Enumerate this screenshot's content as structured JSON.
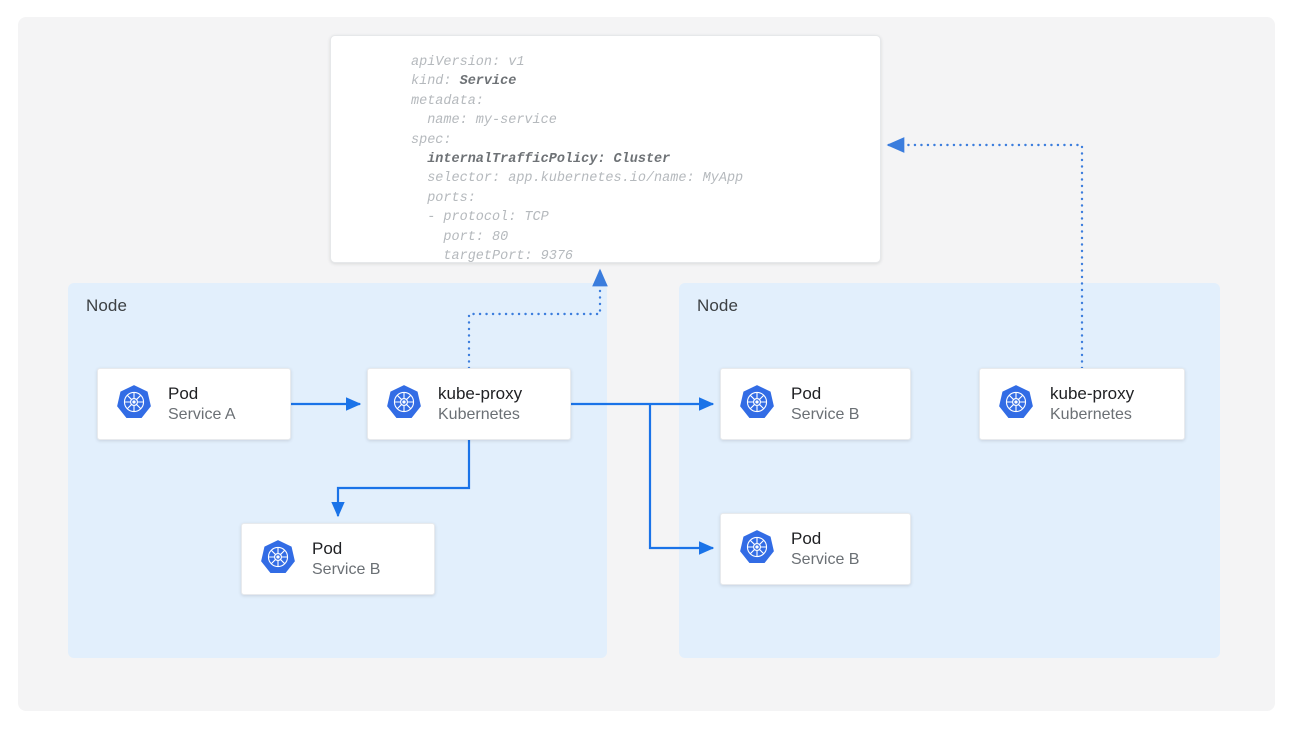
{
  "diagram": {
    "title": "Kubernetes internalTrafficPolicy Cluster routing diagram",
    "colors": {
      "canvas": "#f4f4f5",
      "node_fill": "#e2effc",
      "card_fill": "#ffffff",
      "accent_blue": "#1a73e8",
      "k8s_blue": "#326ce5",
      "text_primary": "#202124",
      "text_secondary": "#6b7075",
      "code_text": "#b5b9bd",
      "code_bold": "#6e7276"
    }
  },
  "yaml": {
    "name": "service-manifest",
    "lines": [
      {
        "text": "apiVersion: v1",
        "bold": false
      },
      {
        "text": "kind: ",
        "bold_tail": "Service"
      },
      {
        "text": "metadata:",
        "bold": false
      },
      {
        "text": "  name: my-service",
        "bold": false
      },
      {
        "text": "spec:",
        "bold": false
      },
      {
        "text": "  internalTrafficPolicy: Cluster",
        "bold": true
      },
      {
        "text": "  selector: app.kubernetes.io/name: MyApp",
        "bold": false
      },
      {
        "text": "  ports:",
        "bold": false
      },
      {
        "text": "  - protocol: TCP",
        "bold": false
      },
      {
        "text": "    port: 80",
        "bold": false
      },
      {
        "text": "    targetPort: 9376",
        "bold": false
      }
    ],
    "plain_text": "apiVersion: v1\nkind: Service\nmetadata:\n  name: my-service\nspec:\n  internalTrafficPolicy: Cluster\n  selector: app.kubernetes.io/name: MyApp\n  ports:\n  - protocol: TCP\n    port: 80\n    targetPort: 9376"
  },
  "nodes": [
    {
      "id": "node-left",
      "label": "Node"
    },
    {
      "id": "node-right",
      "label": "Node"
    }
  ],
  "cards": {
    "pod_service_a": {
      "title": "Pod",
      "subtitle": "Service A",
      "icon": "kubernetes-icon"
    },
    "kube_proxy_left": {
      "title": "kube-proxy",
      "subtitle": "Kubernetes",
      "icon": "kubernetes-icon"
    },
    "pod_service_b_local": {
      "title": "Pod",
      "subtitle": "Service B",
      "icon": "kubernetes-icon"
    },
    "pod_service_b_top": {
      "title": "Pod",
      "subtitle": "Service B",
      "icon": "kubernetes-icon"
    },
    "pod_service_b_bottom": {
      "title": "Pod",
      "subtitle": "Service B",
      "icon": "kubernetes-icon"
    },
    "kube_proxy_right": {
      "title": "kube-proxy",
      "subtitle": "Kubernetes",
      "icon": "kubernetes-icon"
    }
  },
  "connectors": [
    {
      "id": "pod-a-to-kube-proxy",
      "style": "solid",
      "from": "pod_service_a",
      "to": "kube_proxy_left"
    },
    {
      "id": "kube-proxy-to-local-pod-b",
      "style": "solid",
      "from": "kube_proxy_left",
      "to": "pod_service_b_local"
    },
    {
      "id": "kube-proxy-to-remote-pod-b-top",
      "style": "solid",
      "from": "kube_proxy_left",
      "to": "pod_service_b_top"
    },
    {
      "id": "kube-proxy-to-remote-pod-b-bot",
      "style": "solid",
      "from": "kube_proxy_left",
      "to": "pod_service_b_bottom"
    },
    {
      "id": "kube-proxy-left-to-manifest",
      "style": "dotted",
      "from": "kube_proxy_left",
      "to": "service-manifest"
    },
    {
      "id": "kube-proxy-right-to-manifest",
      "style": "dotted",
      "from": "kube_proxy_right",
      "to": "service-manifest"
    }
  ]
}
